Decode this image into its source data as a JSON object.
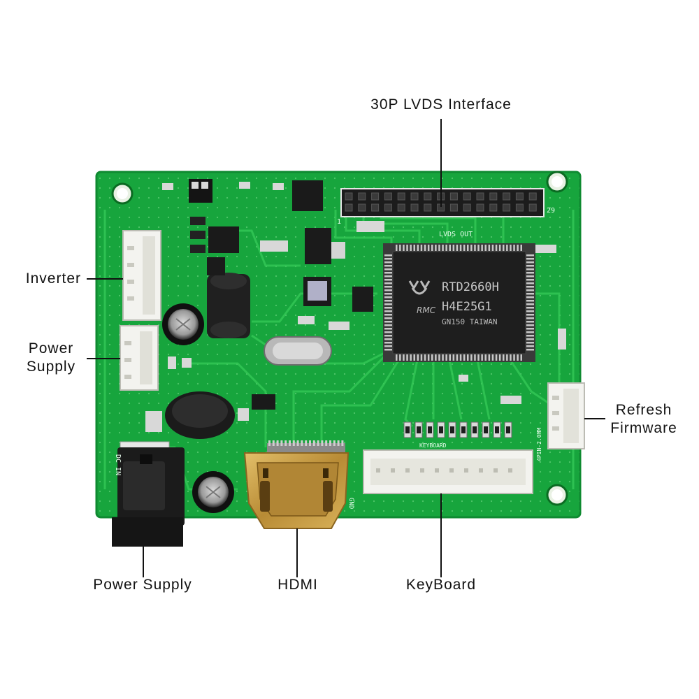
{
  "board": {
    "chip_brand": "RMC",
    "chip_line1": "RTD2660H",
    "chip_line2": "H4E25G1",
    "chip_line3": "GN150  TAIWAN",
    "silk_lvds_out": "LVDS OUT",
    "silk_dc_in": "DC IN",
    "silk_header_left": "1",
    "silk_header_right": "29",
    "silk_keyboard": "KEYBOARD",
    "silk_4pin": "4PIN-2.0MM",
    "silk_gnd": "GND"
  },
  "callouts": {
    "lvds": "30P LVDS Interface",
    "inverter": "Inverter",
    "power_supply_left_1": "Power",
    "power_supply_left_2": "Supply",
    "refresh_1": "Refresh",
    "refresh_2": "Firmware",
    "power_supply_bottom": "Power Supply",
    "hdmi": "HDMI",
    "keyboard": "KeyBoard"
  },
  "colors": {
    "pcb": "#17a53d",
    "pcb_dark": "#0d7a2a",
    "trace": "#2fc24e",
    "chip": "#1e1e1e",
    "connector": "#f2f2ee",
    "gold": "#c9a14a"
  }
}
